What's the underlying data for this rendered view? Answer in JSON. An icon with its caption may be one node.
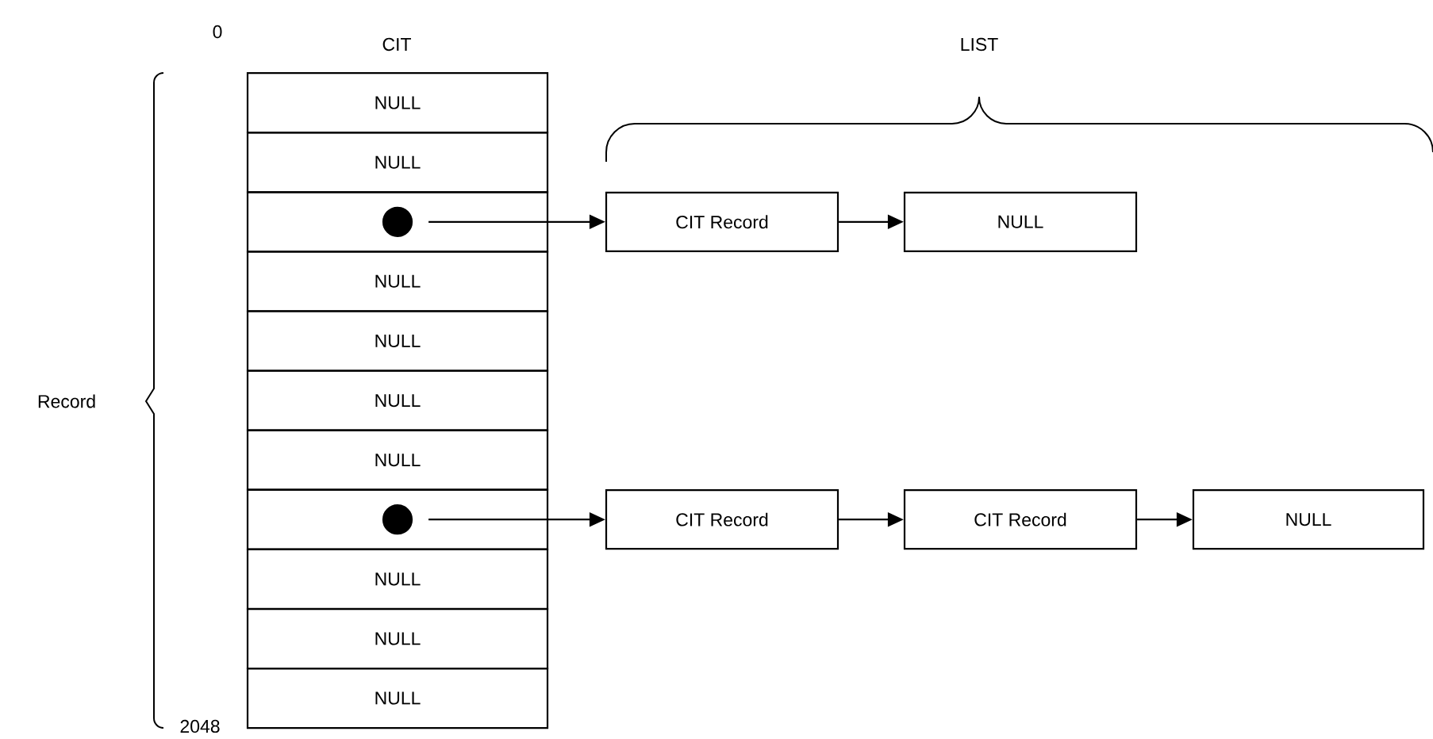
{
  "diagram": {
    "nodes": [
      {
        "text": [
          "NULL"
        ]
      },
      {
        "text": [
          "NULL"
        ]
      },
      {
        "text": [],
        "shape": "box"
      },
      {
        "text": [
          "NULL"
        ]
      },
      {
        "text": [
          "NULL"
        ]
      },
      {
        "text": [
          "NULL"
        ]
      },
      {
        "text": [
          "NULL"
        ]
      },
      {
        "text": [],
        "shape": "box"
      },
      {
        "text": [
          "NULL"
        ]
      },
      {
        "text": [
          "NULL"
        ]
      },
      {
        "text": [
          "NULL"
        ]
      },
      {
        "text": [],
        "shape": "circle",
        "in": 2
      },
      {
        "text": [],
        "shape": "circle",
        "in": 7
      },
      {
        "text": [
          "CIT Record"
        ]
      },
      {
        "text": [
          "NULL"
        ]
      },
      {
        "text": [
          "CIT Record"
        ]
      },
      {
        "text": [
          "CIT Record"
        ]
      },
      {
        "text": [
          "NULL"
        ]
      }
    ],
    "edges": [
      {
        "from": 11,
        "to": 13,
        "arrow": "to"
      },
      {
        "from": 13,
        "to": 14,
        "arrow": "to"
      },
      {
        "from": 12,
        "to": 15,
        "arrow": "to"
      },
      {
        "from": 15,
        "to": 16,
        "arrow": "to"
      },
      {
        "from": 16,
        "to": 17,
        "arrow": "to"
      }
    ],
    "labels": [
      "CIT",
      "LIST",
      "0",
      "Record",
      "2048"
    ]
  }
}
